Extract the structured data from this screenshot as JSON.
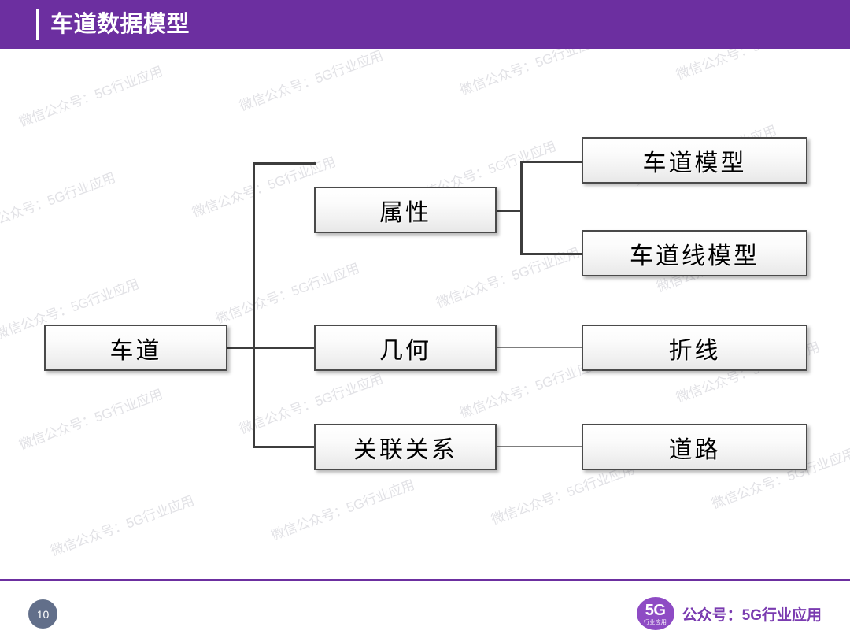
{
  "header": {
    "title": "车道数据模型"
  },
  "diagram": {
    "type": "tree",
    "nodes": {
      "root": "车道",
      "attributes": "属性",
      "geometry": "几何",
      "association": "关联关系",
      "lane_model": "车道模型",
      "lane_line_model": "车道线模型",
      "polyline": "折线",
      "road": "道路"
    },
    "edges": [
      {
        "from": "车道",
        "to": "属性"
      },
      {
        "from": "车道",
        "to": "几何"
      },
      {
        "from": "车道",
        "to": "关联关系"
      },
      {
        "from": "属性",
        "to": "车道模型"
      },
      {
        "from": "属性",
        "to": "车道线模型"
      },
      {
        "from": "几何",
        "to": "折线"
      },
      {
        "from": "关联关系",
        "to": "道路"
      }
    ]
  },
  "watermark": {
    "text": "微信公众号：5G行业应用"
  },
  "footer": {
    "page_number": "10",
    "brand_logo_main": "5G",
    "brand_logo_sub": "行业应用",
    "brand_text": "公众号：5G行业应用"
  },
  "colors": {
    "header_purple": "#6c2fa0",
    "brand_purple": "#8e4bc4",
    "page_badge": "#626f8a",
    "node_border": "#4a4a4a"
  }
}
